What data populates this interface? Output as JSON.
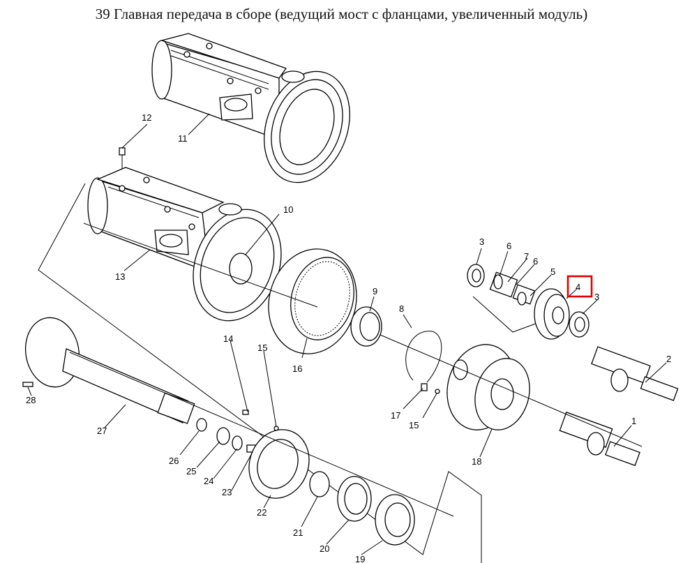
{
  "title": "39 Главная передача в сборе (ведущий мост с фланцами, увеличенный модуль)",
  "highlight_color": "#e00000",
  "selected_callout": "4",
  "callouts": {
    "c1": "1",
    "c2": "2",
    "c3a": "3",
    "c3b": "3",
    "c4": "4",
    "c5": "5",
    "c6a": "6",
    "c6b": "6",
    "c7": "7",
    "c8": "8",
    "c9": "9",
    "c10": "10",
    "c11": "11",
    "c12": "12",
    "c13": "13",
    "c14": "14",
    "c15a": "15",
    "c15b": "15",
    "c16": "16",
    "c17": "17",
    "c18": "18",
    "c19": "19",
    "c20": "20",
    "c21": "21",
    "c22": "22",
    "c23": "23",
    "c24": "24",
    "c25": "25",
    "c26": "26",
    "c27": "27",
    "c28": "28"
  }
}
